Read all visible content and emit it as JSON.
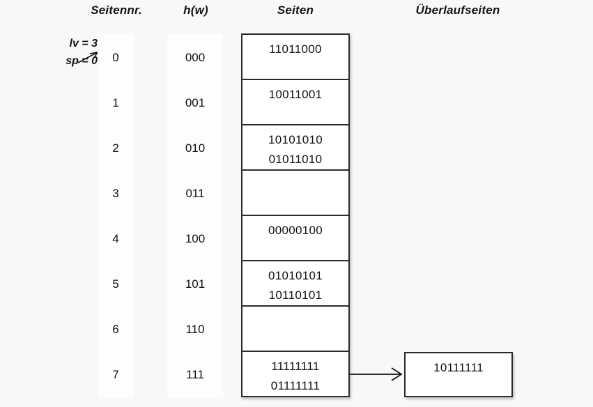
{
  "headers": {
    "page_number": "Seitennr.",
    "hash": "h(w)",
    "pages": "Seiten",
    "overflow_pages": "Überlaufseiten"
  },
  "parameters": {
    "level": "lv = 3",
    "split_pointer": "sp = 0"
  },
  "table": {
    "rows": [
      {
        "index": "0",
        "hash": "000",
        "entries": [
          "11011000"
        ]
      },
      {
        "index": "1",
        "hash": "001",
        "entries": [
          "10011001"
        ]
      },
      {
        "index": "2",
        "hash": "010",
        "entries": [
          "10101010",
          "01011010"
        ]
      },
      {
        "index": "3",
        "hash": "011",
        "entries": []
      },
      {
        "index": "4",
        "hash": "100",
        "entries": [
          "00000100"
        ]
      },
      {
        "index": "5",
        "hash": "101",
        "entries": [
          "01010101",
          "10110101"
        ]
      },
      {
        "index": "6",
        "hash": "110",
        "entries": []
      },
      {
        "index": "7",
        "hash": "111",
        "entries": [
          "11111111",
          "01111111"
        ]
      }
    ]
  },
  "overflow": {
    "entries": [
      "10111111"
    ],
    "linked_from_row_index": "7"
  },
  "colors": {
    "background": "#f8f8f8",
    "box_border": "#2b2b2b",
    "box_fill": "#ffffff",
    "text": "#111111"
  },
  "icons": {
    "pointer_arrow": "arrow-right-icon",
    "overflow_link_arrow": "arrow-right-icon"
  }
}
